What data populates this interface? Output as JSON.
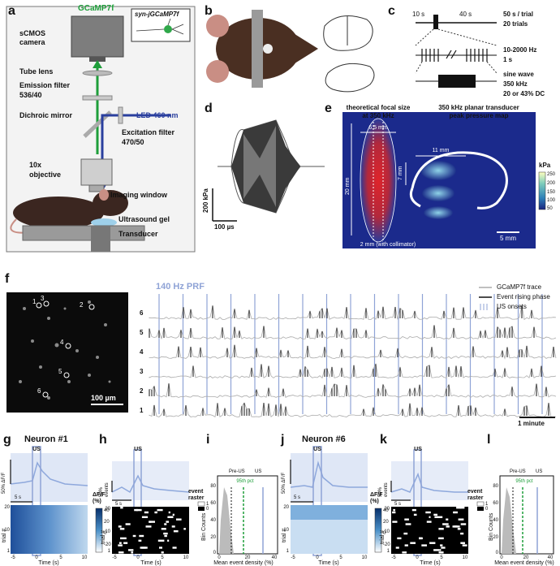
{
  "panel_letters": [
    "a",
    "b",
    "c",
    "d",
    "e",
    "f",
    "g",
    "h",
    "i",
    "j",
    "k",
    "l"
  ],
  "a": {
    "gcamp": "GCaMP7f",
    "construct": "syn-jGCaMP7f",
    "camera": "sCMOS\ncamera",
    "tube_lens": "Tube lens",
    "emission": "Emission filter\n536/40",
    "dichroic": "Dichroic mirror",
    "led": "LED 460 nm",
    "excitation": "Excitation filter\n470/50",
    "objective": "10x\nobjective",
    "window": "Imaging window",
    "gel": "Ultrasound gel",
    "transducer": "Transducer"
  },
  "c": {
    "t1": "10 s",
    "t2": "40 s",
    "trial": "50 s / trial",
    "trials": "20 trials",
    "prf": "10-2000 Hz",
    "dur": "1 s",
    "sine": "sine wave",
    "freq": "350 kHz",
    "dc": "20 or 43% DC"
  },
  "d": {
    "yscale": "200 kPa",
    "xscale": "100 µs"
  },
  "e": {
    "focal_title": "theoretical focal size\nat 350 kHz",
    "map_title": "350 kHz planar transducer\npeak pressure map",
    "w1": "6.5 mm",
    "h1": "20 mm",
    "bottom": "2 mm (with collimator)",
    "w2": "11 mm",
    "h2": "7 mm",
    "scale": "5 mm",
    "cbar_unit": "kPa",
    "cbar_ticks": [
      "250",
      "200",
      "150",
      "100",
      "50"
    ]
  },
  "f": {
    "prf_label": "140 Hz PRF",
    "legend": [
      "GCaMP7f trace",
      "Event rising phase",
      "US onsets"
    ],
    "neuron_labels": [
      "1",
      "2",
      "3",
      "4",
      "5",
      "6"
    ],
    "row_labels": [
      "6",
      "5",
      "4",
      "3",
      "2",
      "1"
    ],
    "scale_img": "100 µm",
    "scale_time": "1 minute"
  },
  "g": {
    "title": "Neuron #1",
    "us": "US",
    "yscale": "50% ΔF/F",
    "xscale": "5 s",
    "ylabel": "trial #",
    "xlabel": "Time (s)",
    "xticks": [
      "-5",
      "0",
      "5",
      "10"
    ],
    "yticks": [
      "20",
      "10",
      "1"
    ],
    "cbar_title": "ΔF/F\n(%)",
    "cbar_ticks": [
      "40",
      "20",
      "0",
      "-20"
    ]
  },
  "h": {
    "us": "US",
    "yscale": "50%\nevents",
    "xscale": "5 s",
    "ylabel": "trial #",
    "xlabel": "Time (s)",
    "xticks": [
      "-5",
      "0",
      "5",
      "10"
    ],
    "yticks": [
      "20",
      "10",
      "1"
    ],
    "raster_title": "event\nraster",
    "raster_ticks": [
      "1",
      "0"
    ]
  },
  "i": {
    "legend_pre": "Pre-US",
    "legend_us": "US",
    "pct": "95th pct",
    "ylabel": "Bin Counts",
    "xlabel": "Mean event density (%)",
    "xticks": [
      "0",
      "20",
      "40"
    ],
    "yticks": [
      "80",
      "60",
      "40",
      "20",
      "0"
    ]
  },
  "j": {
    "title": "Neuron #6",
    "us": "US",
    "yscale": "50% ΔF/F",
    "xscale": "5 s",
    "ylabel": "trial #",
    "xlabel": "Time (s)",
    "xticks": [
      "-5",
      "0",
      "5",
      "10"
    ],
    "yticks": [
      "20",
      "10",
      "1"
    ],
    "cbar_title": "ΔF/F\n(%)",
    "cbar_ticks": [
      "40",
      "20",
      "0",
      "-20"
    ]
  },
  "k": {
    "us": "US",
    "yscale": "50%\nevents",
    "xscale": "5 s",
    "ylabel": "trial #",
    "xlabel": "Time (s)",
    "xticks": [
      "-5",
      "0",
      "5",
      "10"
    ],
    "yticks": [
      "20",
      "10",
      "1"
    ],
    "raster_title": "event\nraster",
    "raster_ticks": [
      "1",
      "0"
    ]
  },
  "l": {
    "legend_pre": "Pre-US",
    "legend_us": "US",
    "pct": "95th pct",
    "ylabel": "Bin Counts",
    "xlabel": "Mean event density (%)",
    "xticks": [
      "0",
      "20",
      "40"
    ],
    "yticks": [
      "80",
      "60",
      "40",
      "20",
      "0"
    ]
  },
  "colors": {
    "green": "#1e9e3a",
    "blue_led": "#2a3f9e",
    "us_line": "#8fa3d6",
    "trace": "#b8c8e8",
    "dark": "#222222"
  }
}
